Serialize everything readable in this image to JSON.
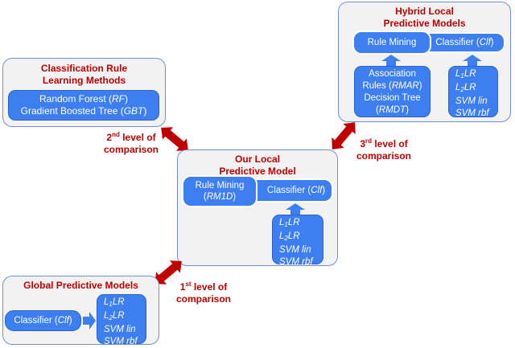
{
  "hybrid": {
    "title": "Hybrid Local\nPredictive Models",
    "rule_mining": "Rule Mining",
    "classifier_prefix": "Classifier (",
    "classifier_abbr": "Clf",
    "classifier_suffix": ")",
    "assoc_line1": "Association",
    "assoc_line2_prefix": "Rules (",
    "assoc_abbr": "RMAR",
    "assoc_line2_suffix": ")",
    "tree_line1": "Decision Tree",
    "tree_line2_prefix": "(",
    "tree_abbr": "RMDT",
    "tree_line2_suffix": ")",
    "models": [
      "L1LR",
      "L2LR",
      "SVM lin",
      "SVM rbf"
    ]
  },
  "classification": {
    "title": "Classification Rule\nLearning Methods",
    "rf_prefix": "Random Forest (",
    "rf_abbr": "RF",
    "rf_suffix": ")",
    "gbt_prefix": "Gradient Boosted Tree (",
    "gbt_abbr": "GBT",
    "gbt_suffix": ")"
  },
  "local": {
    "title": "Our Local\nPredictive Model",
    "rule_mining_line1": "Rule Mining",
    "rule_mining_abbr": "RM1D",
    "classifier_prefix": "Classifier (",
    "classifier_abbr": "Clf",
    "classifier_suffix": ")",
    "models": [
      "L1LR",
      "L2LR",
      "SVM lin",
      "SVM rbf"
    ]
  },
  "global": {
    "title": "Global Predictive Models",
    "classifier_prefix": "Classifier (",
    "classifier_abbr": "Clf",
    "classifier_suffix": ")",
    "models": [
      "L1LR",
      "L2LR",
      "SVM lin",
      "SVM rbf"
    ]
  },
  "levels": {
    "first_num": "1",
    "first_sup": "st",
    "second_num": "2",
    "second_sup": "nd",
    "third_num": "3",
    "third_sup": "rd",
    "suffix": " level of",
    "comparison": "comparison"
  },
  "colors": {
    "accent_red": "#c00000",
    "box_blue": "#3d7ff0",
    "panel_border": "#6d8fd6",
    "panel_fill": "#f2f2f2"
  }
}
